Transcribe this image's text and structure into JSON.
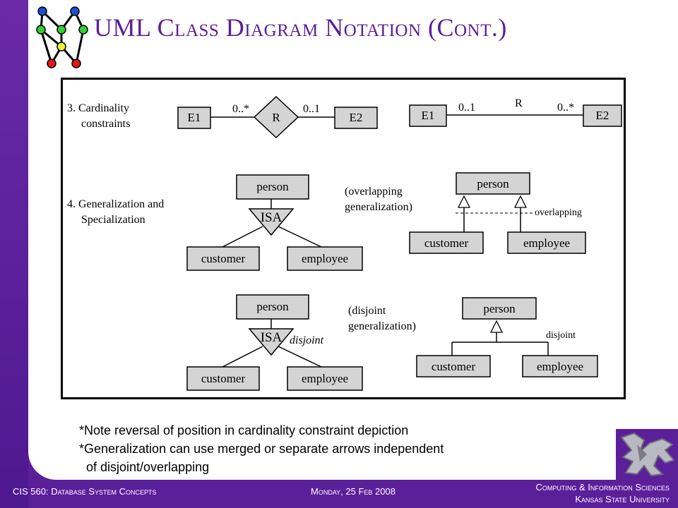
{
  "slide": {
    "title": "UML Class Diagram Notation (Cont.)",
    "notes": [
      "*Note reversal of position in cardinality constraint depiction",
      "*Generalization can use merged or separate arrows independent",
      "of disjoint/overlapping"
    ]
  },
  "diagram": {
    "section3_label": [
      "3. Cardinality",
      "constraints"
    ],
    "section4_label": [
      "4. Generalization and",
      "Specialization"
    ],
    "e1": "E1",
    "e2": "E2",
    "rel": "R",
    "card_left_er": "0..*",
    "card_right_er": "0..1",
    "card_left_uml": "0..1",
    "card_right_uml": "0..*",
    "person": "person",
    "customer": "customer",
    "employee": "employee",
    "isa": "ISA",
    "disjoint_italic": "disjoint",
    "overlapping_note": [
      "(overlapping",
      "generalization)"
    ],
    "disjoint_note": [
      "(disjoint",
      "generalization)"
    ],
    "overlapping_label": "overlapping",
    "disjoint_label": "disjoint"
  },
  "footer": {
    "left": "CIS 560: Database System Concepts",
    "middle": "Monday, 25 Feb 2008",
    "right_line1": "Computing & Information Sciences",
    "right_line2": "Kansas State University"
  },
  "colors": {
    "purple": "#5b1f9a",
    "box_fill": "#d4d4d4",
    "title": "#5a1e9a"
  }
}
